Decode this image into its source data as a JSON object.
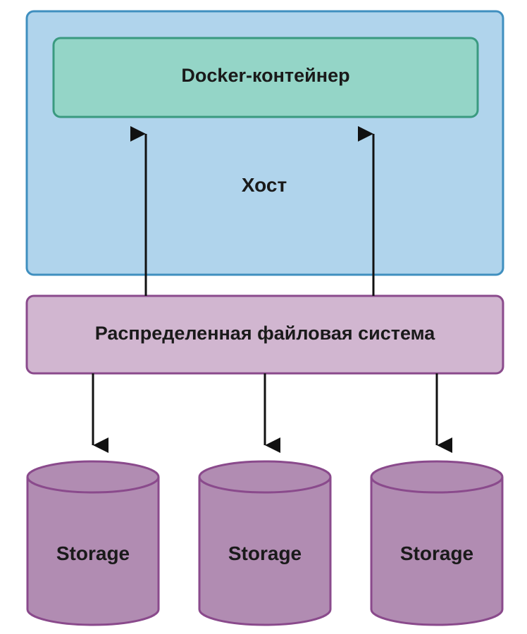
{
  "diagram": {
    "host": {
      "label": "Хост",
      "fill": "#b0d4ec",
      "stroke": "#3f8fbf"
    },
    "container": {
      "label": "Docker-контейнер",
      "fill": "#94d5c7",
      "stroke": "#3a9a80"
    },
    "dfs": {
      "label": "Распределенная файловая система",
      "fill": "#d1b6d0",
      "stroke": "#8a4a8c"
    },
    "storages": [
      {
        "label": "Storage"
      },
      {
        "label": "Storage"
      },
      {
        "label": "Storage"
      }
    ],
    "storage_style": {
      "fill": "#b18cb2",
      "stroke": "#8a4a8c"
    },
    "arrow_color": "#111111",
    "edges": [
      {
        "from": "dfs",
        "to": "container"
      },
      {
        "from": "dfs",
        "to": "container"
      },
      {
        "from": "dfs",
        "to": "storage-1"
      },
      {
        "from": "dfs",
        "to": "storage-2"
      },
      {
        "from": "dfs",
        "to": "storage-3"
      }
    ]
  }
}
